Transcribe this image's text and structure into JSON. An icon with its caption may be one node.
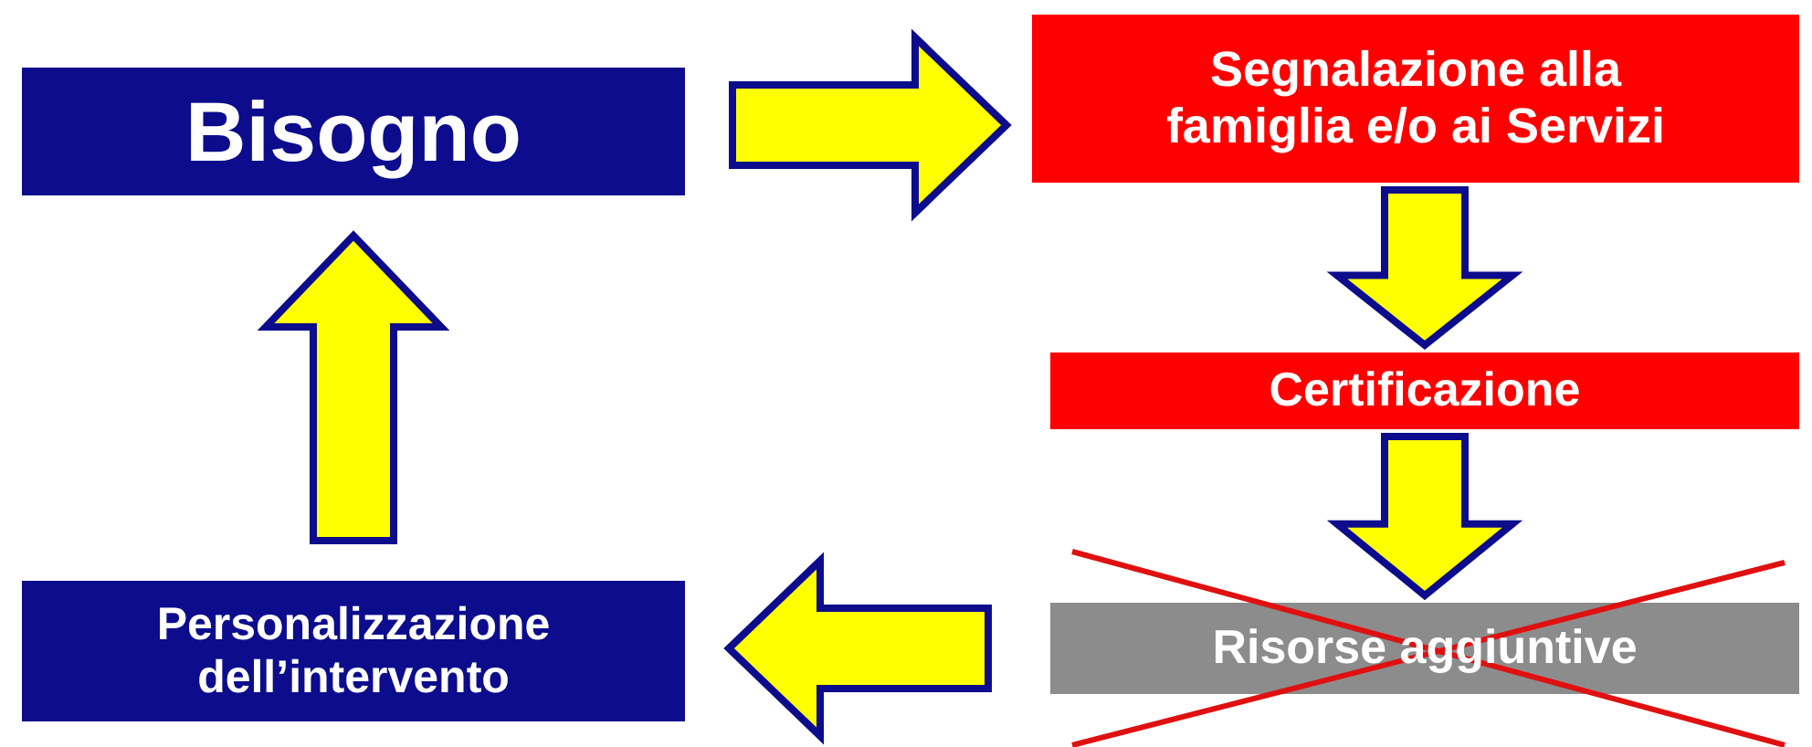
{
  "diagram": {
    "nodes": [
      {
        "text": [
          "Bisogno"
        ]
      },
      {
        "text": [
          "Segnalazione alla famiglia e/o ai Servizi"
        ]
      },
      {
        "text": [
          "Certificazione"
        ]
      },
      {
        "text": [
          "Risorse aggiuntive"
        ]
      },
      {
        "text": [
          "Personalizzazione dell’intervento"
        ]
      }
    ],
    "edges": [
      {
        "from": 0,
        "to": 1,
        "arrow": "to"
      },
      {
        "from": 1,
        "to": 2,
        "arrow": "to"
      },
      {
        "from": 2,
        "to": 3,
        "arrow": "to"
      },
      {
        "from": 3,
        "to": 4,
        "arrow": "to"
      },
      {
        "from": 4,
        "to": 0,
        "arrow": "to"
      }
    ]
  }
}
